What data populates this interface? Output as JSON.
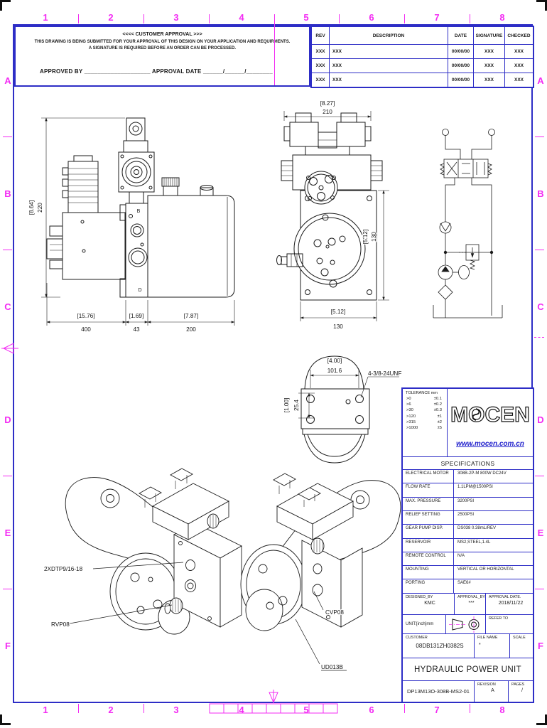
{
  "colors": {
    "frame_blue": "#2d2dc6",
    "zone_magenta": "#f32bf3",
    "line_black": "#1b1b1b"
  },
  "zones": {
    "cols": [
      "1",
      "2",
      "3",
      "4",
      "5",
      "6",
      "7",
      "8"
    ],
    "rows": [
      "A",
      "B",
      "C",
      "D",
      "E",
      "F"
    ]
  },
  "approval": {
    "title": "<<<<  CUSTOMER APPROVAL  >>>",
    "line1": "THIS DRAWING IS BEING SUBMITTED FOR YOUR APPROVAL OF THIS DESIGN ON YOUR APPLICATION AND REQUIRMENTS.",
    "line2": "A SIGNATURE IS REQUIRED BEFORE AN ORDER CAN BE PROCESSED.",
    "approved_by": "APPROVED BY",
    "by_blank": "____________________",
    "date_label": "APPROVAL DATE",
    "date_blank": "______/______/________"
  },
  "revisions": {
    "headers": [
      "REV",
      "DESCRIPTION",
      "DATE",
      "SIGNATURE",
      "CHECKED"
    ],
    "rows": [
      {
        "rev": "XXX",
        "description": "XXX",
        "date": "00/00/00",
        "signature": "XXX",
        "checked": "XXX"
      },
      {
        "rev": "XXX",
        "description": "XXX",
        "date": "00/00/00",
        "signature": "XXX",
        "checked": "XXX"
      },
      {
        "rev": "XXX",
        "description": "XXX",
        "date": "00/00/00",
        "signature": "XXX",
        "checked": "XXX"
      }
    ]
  },
  "dims": {
    "side": {
      "h_in": "[8.64]",
      "h_mm": "220",
      "l1_in": "[15.76]",
      "l1_mm": "400",
      "l2_in": "[1.69]",
      "l2_mm": "43",
      "l3_in": "[7.87]",
      "l3_mm": "200"
    },
    "end": {
      "w_in": "[8.27]",
      "w_mm": "210",
      "h_in": "[5.12]",
      "h_mm": "130",
      "b_in": "[5.12]",
      "b_mm": "130"
    },
    "detail": {
      "d_in": "[4.00]",
      "d_mm": "101.6",
      "thread": "4-3/8-24UNF",
      "o_in": "[1.00]",
      "o_mm": "25.4"
    }
  },
  "ports": {
    "b": "B",
    "d": "D"
  },
  "callouts": {
    "dtp": "2XDTP9/16-18",
    "rvp": "RVP08",
    "cvp": "CVP08",
    "ud": "UD013B"
  },
  "tolerance": {
    "title": "TOLERANCE mm",
    "rows": [
      {
        "range": ">0",
        "tol": "±0.1"
      },
      {
        "range": ">6",
        "tol": "±0.2"
      },
      {
        "range": ">30",
        "tol": "±0.3"
      },
      {
        "range": ">120",
        "tol": "±1"
      },
      {
        "range": ">315",
        "tol": "±2"
      },
      {
        "range": ">1000",
        "tol": "±5"
      }
    ]
  },
  "brand": {
    "name": "MOCEN",
    "url": "www.mocen.com.cn"
  },
  "specs": {
    "title": "SPECIFICATIONS",
    "rows": [
      {
        "label": "ELECTRICAL MOTOR",
        "value": "308B-2P-M  800W  DC24V"
      },
      {
        "label": "FLOW RATE",
        "value": "1.1LPM@1500PSI"
      },
      {
        "label": "MAX. PRESSURE",
        "value": "3200PSI"
      },
      {
        "label": "RELIEF SETTING",
        "value": "2500PSI"
      },
      {
        "label": "GEAR PUMP DISP.",
        "value": "DS038 0.38mL/REV"
      },
      {
        "label": "RESERVOIR",
        "value": "MS2,STEEL,1.4L"
      },
      {
        "label": "REMOTE CONTROL",
        "value": "N/A"
      },
      {
        "label": "MOUNTING",
        "value": "VERTICAL OR HORIZONTAL"
      },
      {
        "label": "PORTING",
        "value": "SAE6#"
      }
    ]
  },
  "block": {
    "designed_label": "DESIGNED_BY",
    "designed": "KMC",
    "approval_by_label": "APPROVAL_BY",
    "approval_by": "***",
    "approval_date_label": "APPROVAL DATE.",
    "approval_date": "2018/11/22",
    "unit": "UNIT:[inch]mm",
    "refer": "REFER TO",
    "customer_label": "CUSTOMER",
    "customer": "08DB131ZH0382S",
    "file_label": "FILE NAME",
    "file": "*",
    "scale_label": "SCALE",
    "title": "HYDRAULIC POWER UNIT",
    "number": "DP13M13O-308B-MS2-01",
    "rev_label": "REVISION",
    "rev": "A",
    "pages_label": "PAGES",
    "pages": "/"
  }
}
